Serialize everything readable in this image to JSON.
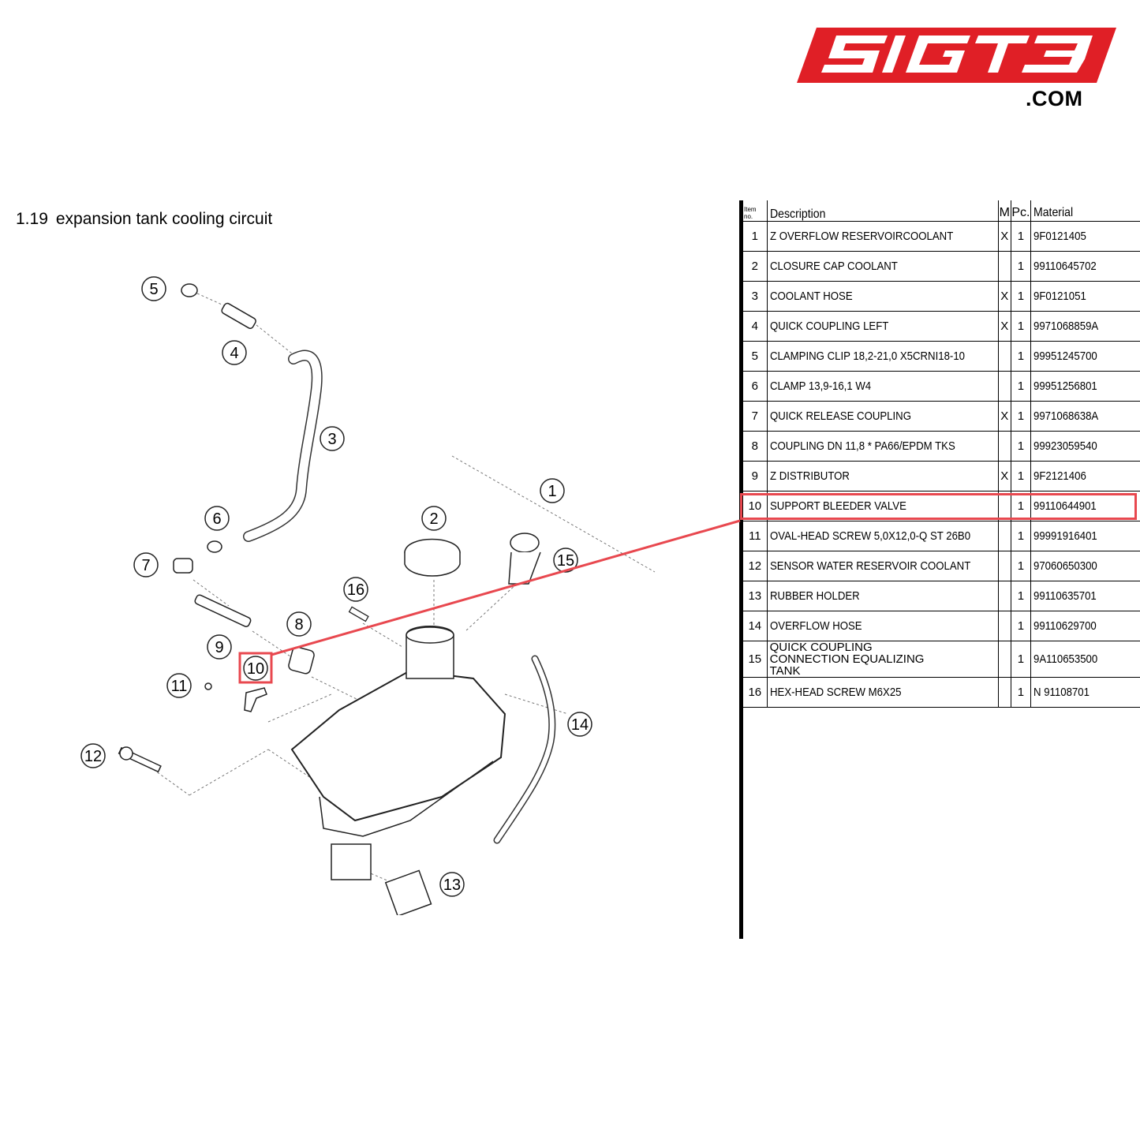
{
  "brand": {
    "logo_text": "SIGT3",
    "domain_text": ".COM",
    "logo_color": "#e01f26"
  },
  "section": {
    "number": "1.19",
    "title": "expansion tank cooling circuit"
  },
  "callouts": [
    "1",
    "2",
    "3",
    "4",
    "5",
    "6",
    "7",
    "8",
    "9",
    "10",
    "11",
    "12",
    "13",
    "14",
    "15",
    "16"
  ],
  "highlight": {
    "item": "10",
    "color": "#e8484f"
  },
  "table": {
    "headers": {
      "item_no": "Item no.",
      "description": "Description",
      "m": "M",
      "pc": "Pc.",
      "material": "Material"
    },
    "rows": [
      {
        "no": "1",
        "description": "Z OVERFLOW RESERVOIRCOOLANT",
        "m": "X",
        "pc": "1",
        "material": "9F0121405"
      },
      {
        "no": "2",
        "description": "CLOSURE CAP COOLANT",
        "m": "",
        "pc": "1",
        "material": "99110645702"
      },
      {
        "no": "3",
        "description": "COOLANT HOSE",
        "m": "X",
        "pc": "1",
        "material": "9F0121051"
      },
      {
        "no": "4",
        "description": "QUICK COUPLING LEFT",
        "m": "X",
        "pc": "1",
        "material": "9971068859A"
      },
      {
        "no": "5",
        "description": "CLAMPING CLIP 18,2-21,0 X5CRNI18-10",
        "m": "",
        "pc": "1",
        "material": "99951245700"
      },
      {
        "no": "6",
        "description": "CLAMP 13,9-16,1 W4",
        "m": "",
        "pc": "1",
        "material": "99951256801"
      },
      {
        "no": "7",
        "description": "QUICK RELEASE COUPLING",
        "m": "X",
        "pc": "1",
        "material": "9971068638A"
      },
      {
        "no": "8",
        "description": "COUPLING DN 11,8 * PA66/EPDM TKS",
        "m": "",
        "pc": "1",
        "material": "99923059540"
      },
      {
        "no": "9",
        "description": "Z DISTRIBUTOR",
        "m": "X",
        "pc": "1",
        "material": "9F2121406"
      },
      {
        "no": "10",
        "description": "SUPPORT BLEEDER VALVE",
        "m": "",
        "pc": "1",
        "material": "99110644901"
      },
      {
        "no": "11",
        "description": "OVAL-HEAD SCREW 5,0X12,0-Q ST 26B0",
        "m": "",
        "pc": "1",
        "material": "99991916401"
      },
      {
        "no": "12",
        "description": "SENSOR WATER RESERVOIR COOLANT",
        "m": "",
        "pc": "1",
        "material": "97060650300"
      },
      {
        "no": "13",
        "description": "RUBBER HOLDER",
        "m": "",
        "pc": "1",
        "material": "99110635701"
      },
      {
        "no": "14",
        "description": "OVERFLOW HOSE",
        "m": "",
        "pc": "1",
        "material": "99110629700"
      },
      {
        "no": "15",
        "description": "QUICK COUPLING CONNECTION EQUALIZING TANK",
        "m": "",
        "pc": "1",
        "material": "9A110653500"
      },
      {
        "no": "16",
        "description": "HEX-HEAD SCREW M6X25",
        "m": "",
        "pc": "1",
        "material": "N 91108701"
      }
    ]
  }
}
